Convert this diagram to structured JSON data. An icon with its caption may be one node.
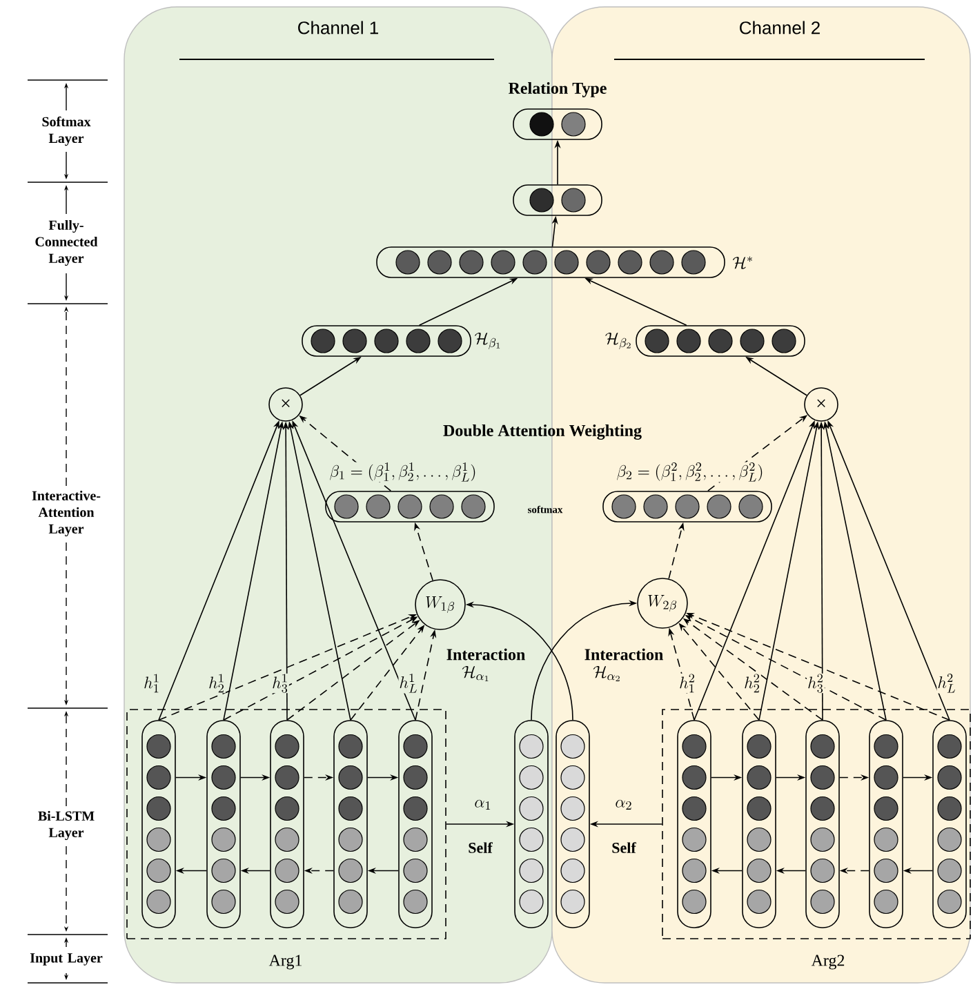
{
  "diagram": {
    "nodes": [
      {
        "text": [
          "Channel 1"
        ]
      },
      {
        "text": [
          "Channel 2"
        ]
      },
      {
        "text": [
          "Relation Type"
        ]
      },
      {
        "text": [],
        "shape": "bar"
      },
      {
        "text": [],
        "shape": "bar",
        "beside": [
          "\\mathcal{H}^*"
        ]
      },
      {
        "text": [],
        "shape": "bar",
        "beside": [
          "\\mathcal{H}_{\\beta_1}"
        ],
        "in": 0
      },
      {
        "text": [],
        "shape": "bar",
        "beside": [
          "\\mathcal{H}_{\\beta_2}"
        ],
        "in": 1
      },
      {
        "text": [
          "×"
        ],
        "in": 0
      },
      {
        "text": [
          "×"
        ],
        "in": 1
      },
      {
        "text": [],
        "shape": "bar",
        "beside": [
          "\\beta_1 = (\\beta_1^1, \\beta_2^1, \\dots, \\beta_L^1)"
        ],
        "in": 0
      },
      {
        "text": [],
        "shape": "bar",
        "beside": [
          "\\beta_2 = (\\beta_1^2, \\beta_2^2, \\dots, \\beta_L^2)"
        ],
        "in": 1
      },
      {
        "text": [
          "W_{1\\beta}"
        ],
        "in": 0
      },
      {
        "text": [
          "W_{2\\beta}"
        ],
        "in": 1
      },
      {
        "text": [
          "Arg1"
        ],
        "in": 0
      },
      {
        "text": [],
        "shape": "bar",
        "beside": [
          "h_1^1"
        ],
        "in": 13
      },
      {
        "text": [],
        "shape": "bar",
        "beside": [
          "h_2^1"
        ],
        "in": 13
      },
      {
        "text": [],
        "shape": "bar",
        "beside": [
          "h_3^1"
        ],
        "in": 13
      },
      {
        "text": [],
        "shape": "bar",
        "in": 13
      },
      {
        "text": [],
        "shape": "bar",
        "beside": [
          "h_L^1"
        ],
        "in": 13
      },
      {
        "text": [],
        "shape": "bar",
        "beside": [
          "\\mathcal{H}_{\\alpha_1}"
        ],
        "in": 0
      },
      {
        "text": [],
        "shape": "bar",
        "beside": [
          "\\mathcal{H}_{\\alpha_2}"
        ],
        "in": 1
      },
      {
        "text": [
          "Arg2"
        ],
        "in": 1
      },
      {
        "text": [],
        "shape": "bar",
        "beside": [
          "h_1^2"
        ],
        "in": 21
      },
      {
        "text": [],
        "shape": "bar",
        "beside": [
          "h_2^2"
        ],
        "in": 21
      },
      {
        "text": [],
        "shape": "bar",
        "beside": [
          "h_3^2"
        ],
        "in": 21
      },
      {
        "text": [],
        "shape": "bar",
        "in": 21
      },
      {
        "text": [],
        "shape": "bar",
        "beside": [
          "h_L^2"
        ],
        "in": 21
      }
    ],
    "edges": [
      {
        "from": 3,
        "to": 2,
        "arrow": "to"
      },
      {
        "from": 4,
        "to": 3,
        "arrow": "to"
      },
      {
        "from": 5,
        "to": 4,
        "arrow": "to"
      },
      {
        "from": 6,
        "to": 4,
        "arrow": "to"
      },
      {
        "from": 7,
        "to": 5,
        "arrow": "to"
      },
      {
        "from": 8,
        "to": 6,
        "arrow": "to"
      },
      {
        "from": 9,
        "to": 7,
        "arrow": "to",
        "style": "dashed"
      },
      {
        "from": 10,
        "to": 8,
        "arrow": "to",
        "style": "dashed"
      },
      {
        "from": 11,
        "to": 9,
        "arrow": "to",
        "style": "dashed"
      },
      {
        "from": 12,
        "to": 10,
        "arrow": "to",
        "style": "dashed"
      },
      {
        "from": 14,
        "to": 7,
        "arrow": "to"
      },
      {
        "from": 15,
        "to": 7,
        "arrow": "to"
      },
      {
        "from": 16,
        "to": 7,
        "arrow": "to"
      },
      {
        "from": 17,
        "to": 7,
        "arrow": "to"
      },
      {
        "from": 18,
        "to": 7,
        "arrow": "to"
      },
      {
        "from": 14,
        "to": 11,
        "arrow": "to",
        "style": "dashed"
      },
      {
        "from": 15,
        "to": 11,
        "arrow": "to",
        "style": "dashed"
      },
      {
        "from": 16,
        "to": 11,
        "arrow": "to",
        "style": "dashed"
      },
      {
        "from": 17,
        "to": 11,
        "arrow": "to",
        "style": "dashed"
      },
      {
        "from": 18,
        "to": 11,
        "arrow": "to",
        "style": "dashed"
      },
      {
        "from": 22,
        "to": 8,
        "arrow": "to"
      },
      {
        "from": 23,
        "to": 8,
        "arrow": "to"
      },
      {
        "from": 24,
        "to": 8,
        "arrow": "to"
      },
      {
        "from": 25,
        "to": 8,
        "arrow": "to"
      },
      {
        "from": 26,
        "to": 8,
        "arrow": "to"
      },
      {
        "from": 22,
        "to": 12,
        "arrow": "to",
        "style": "dashed"
      },
      {
        "from": 23,
        "to": 12,
        "arrow": "to",
        "style": "dashed"
      },
      {
        "from": 24,
        "to": 12,
        "arrow": "to",
        "style": "dashed"
      },
      {
        "from": 25,
        "to": 12,
        "arrow": "to",
        "style": "dashed"
      },
      {
        "from": 26,
        "to": 12,
        "arrow": "to",
        "style": "dashed"
      },
      {
        "from": 19,
        "to": 12,
        "arrow": "to",
        "label": "Interaction"
      },
      {
        "from": 20,
        "to": 11,
        "arrow": "to",
        "label": "Interaction"
      },
      {
        "from": 13,
        "to": 19,
        "arrow": "to",
        "label": "\\alpha_1"
      },
      {
        "from": 21,
        "to": 20,
        "arrow": "to",
        "label": "\\alpha_2"
      },
      {
        "from": 14,
        "to": 15,
        "arrow": "to"
      },
      {
        "from": 15,
        "to": 16,
        "arrow": "to"
      },
      {
        "from": 16,
        "to": 17,
        "arrow": "to",
        "style": "dashed"
      },
      {
        "from": 17,
        "to": 18,
        "arrow": "to"
      },
      {
        "from": 15,
        "to": 14,
        "arrow": "to"
      },
      {
        "from": 16,
        "to": 15,
        "arrow": "to"
      },
      {
        "from": 17,
        "to": 16,
        "arrow": "to",
        "style": "dashed"
      },
      {
        "from": 18,
        "to": 17,
        "arrow": "to"
      },
      {
        "from": 22,
        "to": 23,
        "arrow": "to"
      },
      {
        "from": 23,
        "to": 24,
        "arrow": "to"
      },
      {
        "from": 24,
        "to": 25,
        "arrow": "to",
        "style": "dashed"
      },
      {
        "from": 25,
        "to": 26,
        "arrow": "to"
      },
      {
        "from": 23,
        "to": 22,
        "arrow": "to"
      },
      {
        "from": 24,
        "to": 23,
        "arrow": "to"
      },
      {
        "from": 25,
        "to": 24,
        "arrow": "to",
        "style": "dashed"
      },
      {
        "from": 26,
        "to": 25,
        "arrow": "to"
      }
    ],
    "labels": [
      "Softmax Layer",
      "Fully-Connected Layer",
      "Double Attention Weighting",
      "Interactive-Attention Layer",
      "softmax",
      "Bi-LSTM Layer",
      "Self",
      "Self",
      "Input Layer"
    ]
  }
}
